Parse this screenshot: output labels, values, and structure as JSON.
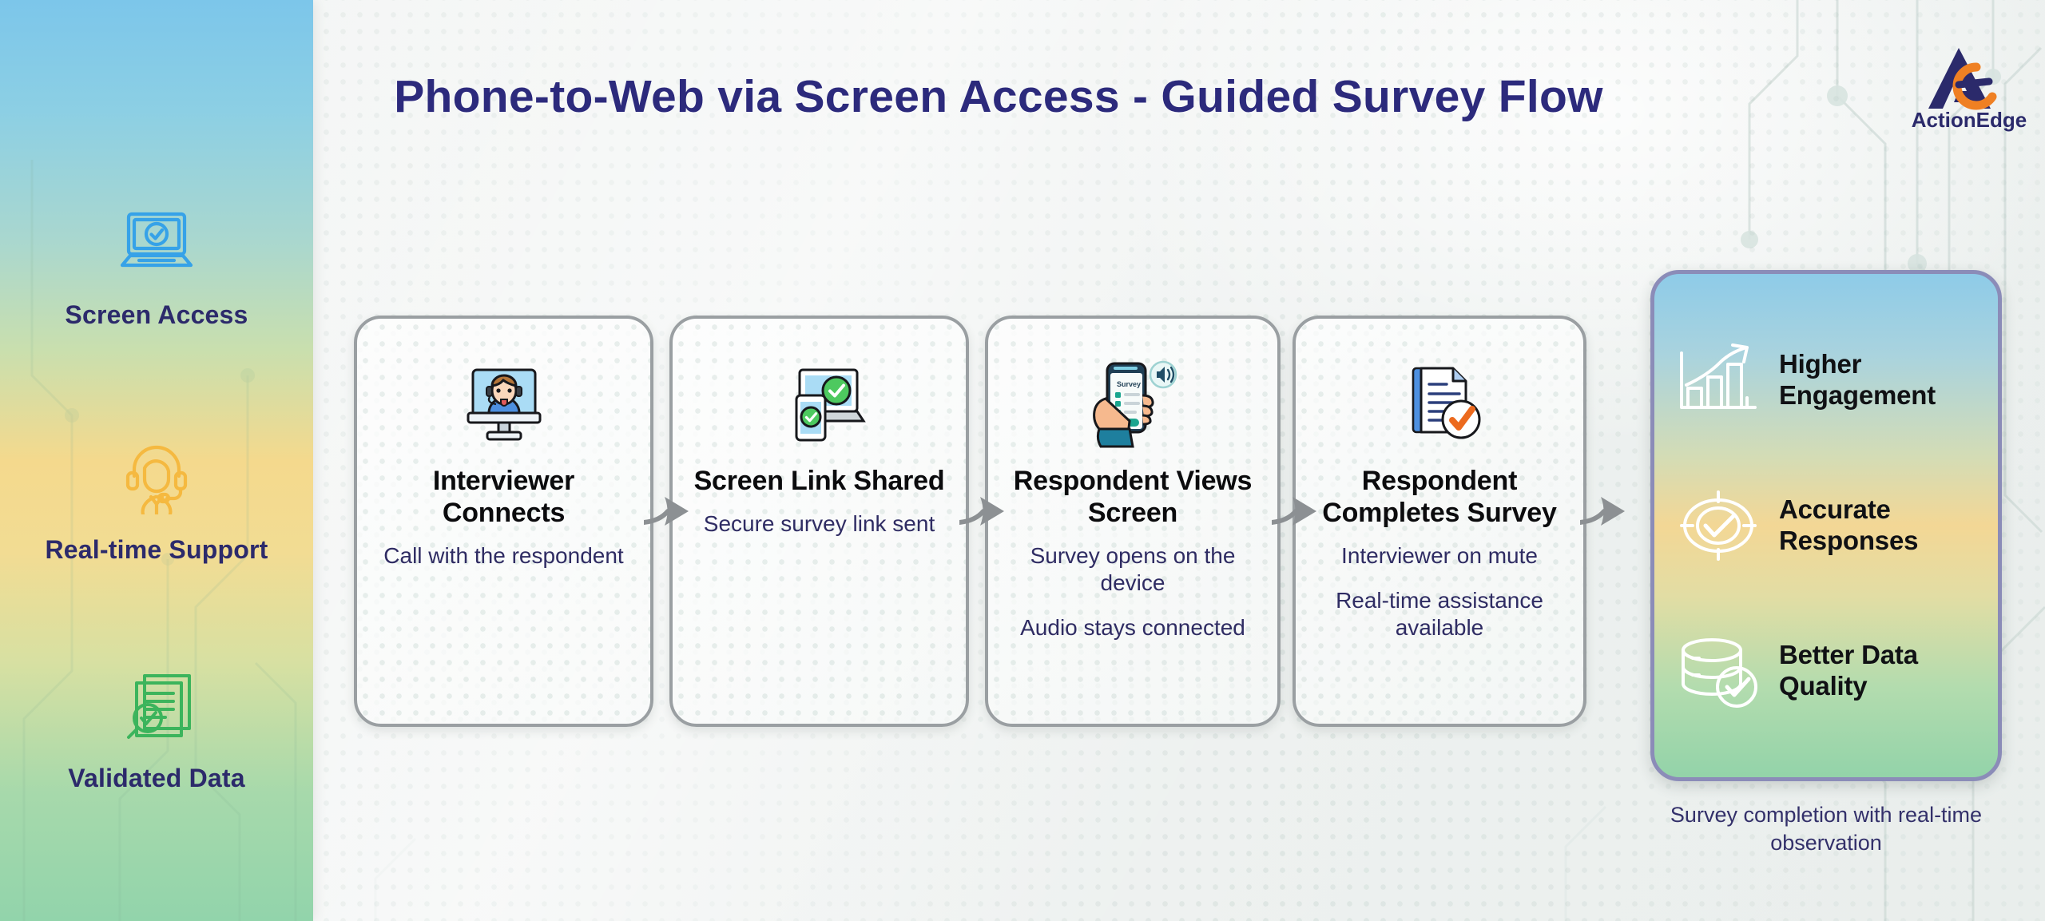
{
  "header": {
    "title": "Phone-to-Web via Screen Access - Guided Survey Flow",
    "logo_text": "ActionEdge",
    "title_color": "#2c2a7c",
    "logo_navy": "#2b2a6b",
    "logo_orange": "#ef8023"
  },
  "sidebar": {
    "items": [
      {
        "icon": "laptop-check-icon",
        "label": "Screen Access",
        "color": "#36a2e8"
      },
      {
        "icon": "headset-agent-icon",
        "label": "Real-time Support",
        "color": "#f5b940"
      },
      {
        "icon": "document-verified-icon",
        "label": "Validated Data",
        "color": "#3cb45c"
      }
    ],
    "label_color": "#2c2a6b"
  },
  "flow": {
    "steps": [
      {
        "icon": "video-call-interviewer-icon",
        "title": "Interviewer Connects",
        "lines": [
          "Call with the respondent"
        ]
      },
      {
        "icon": "devices-link-check-icon",
        "title": "Screen Link Shared",
        "lines": [
          "Secure survey link sent"
        ]
      },
      {
        "icon": "hand-phone-survey-icon",
        "title": "Respondent Views Screen",
        "lines": [
          "Survey opens on the device",
          "Audio stays connected"
        ]
      },
      {
        "icon": "document-check-icon",
        "title": "Respondent Completes Survey",
        "lines": [
          "Interviewer on mute",
          "Real-time assistance available"
        ]
      }
    ],
    "arrow_icon": "arrow-right-icon",
    "arrow_color": "#8c9093",
    "title_color": "#0b0b0d",
    "sub_color": "#2f2c63"
  },
  "benefits": {
    "items": [
      {
        "icon": "growth-chart-icon",
        "label": "Higher Engagement"
      },
      {
        "icon": "target-check-icon",
        "label": "Accurate Responses"
      },
      {
        "icon": "database-check-icon",
        "label": "Better Data Quality"
      }
    ],
    "caption": "Survey completion with real-time observation",
    "border_color": "#8b8cb8",
    "label_color": "#101114",
    "caption_color": "#33306a"
  },
  "phone_screen": {
    "survey_label": "Survey"
  }
}
